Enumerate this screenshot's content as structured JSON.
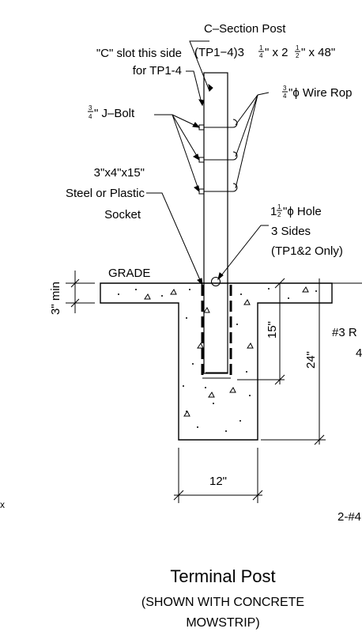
{
  "labels": {
    "c_section_line1": "C–Section Post",
    "c_section_line2_pre": "(TP1−4)3",
    "c_section_frac1_num": "1",
    "c_section_frac1_den": "4",
    "c_section_mid": "\" x 2",
    "c_section_frac2_num": "1",
    "c_section_frac2_den": "2",
    "c_section_post": "\" x 48\"",
    "c_slot_line1": "\"C\" slot this side",
    "c_slot_line2": "for TP1-4",
    "wire_frac_num": "3",
    "wire_frac_den": "4",
    "wire_rope_text": "\"ϕ Wire Rop",
    "jbolt_frac_num": "3",
    "jbolt_frac_den": "4",
    "jbolt_text": "\" J–Bolt",
    "socket_line1": "3\"x4\"x15\"",
    "socket_line2": "Steel or Plastic",
    "socket_line3": "Socket",
    "hole_pre": "1",
    "hole_frac_num": "1",
    "hole_frac_den": "2",
    "hole_text": "\"ϕ Hole",
    "hole_line2": "3 Sides",
    "hole_line3": "(TP1&2 Only)",
    "grade": "GRADE",
    "three_min": "3\" min",
    "dim_15": "15\"",
    "dim_24": "24\"",
    "dim_12": "12\"",
    "rebar_3": "#3 R",
    "rebar_frag": "4",
    "rebar_2": "2-#4",
    "edge_x": "x"
  },
  "caption": {
    "title": "Terminal Post",
    "line2": "(SHOWN WITH CONCRETE",
    "line3": "MOWSTRIP)"
  }
}
